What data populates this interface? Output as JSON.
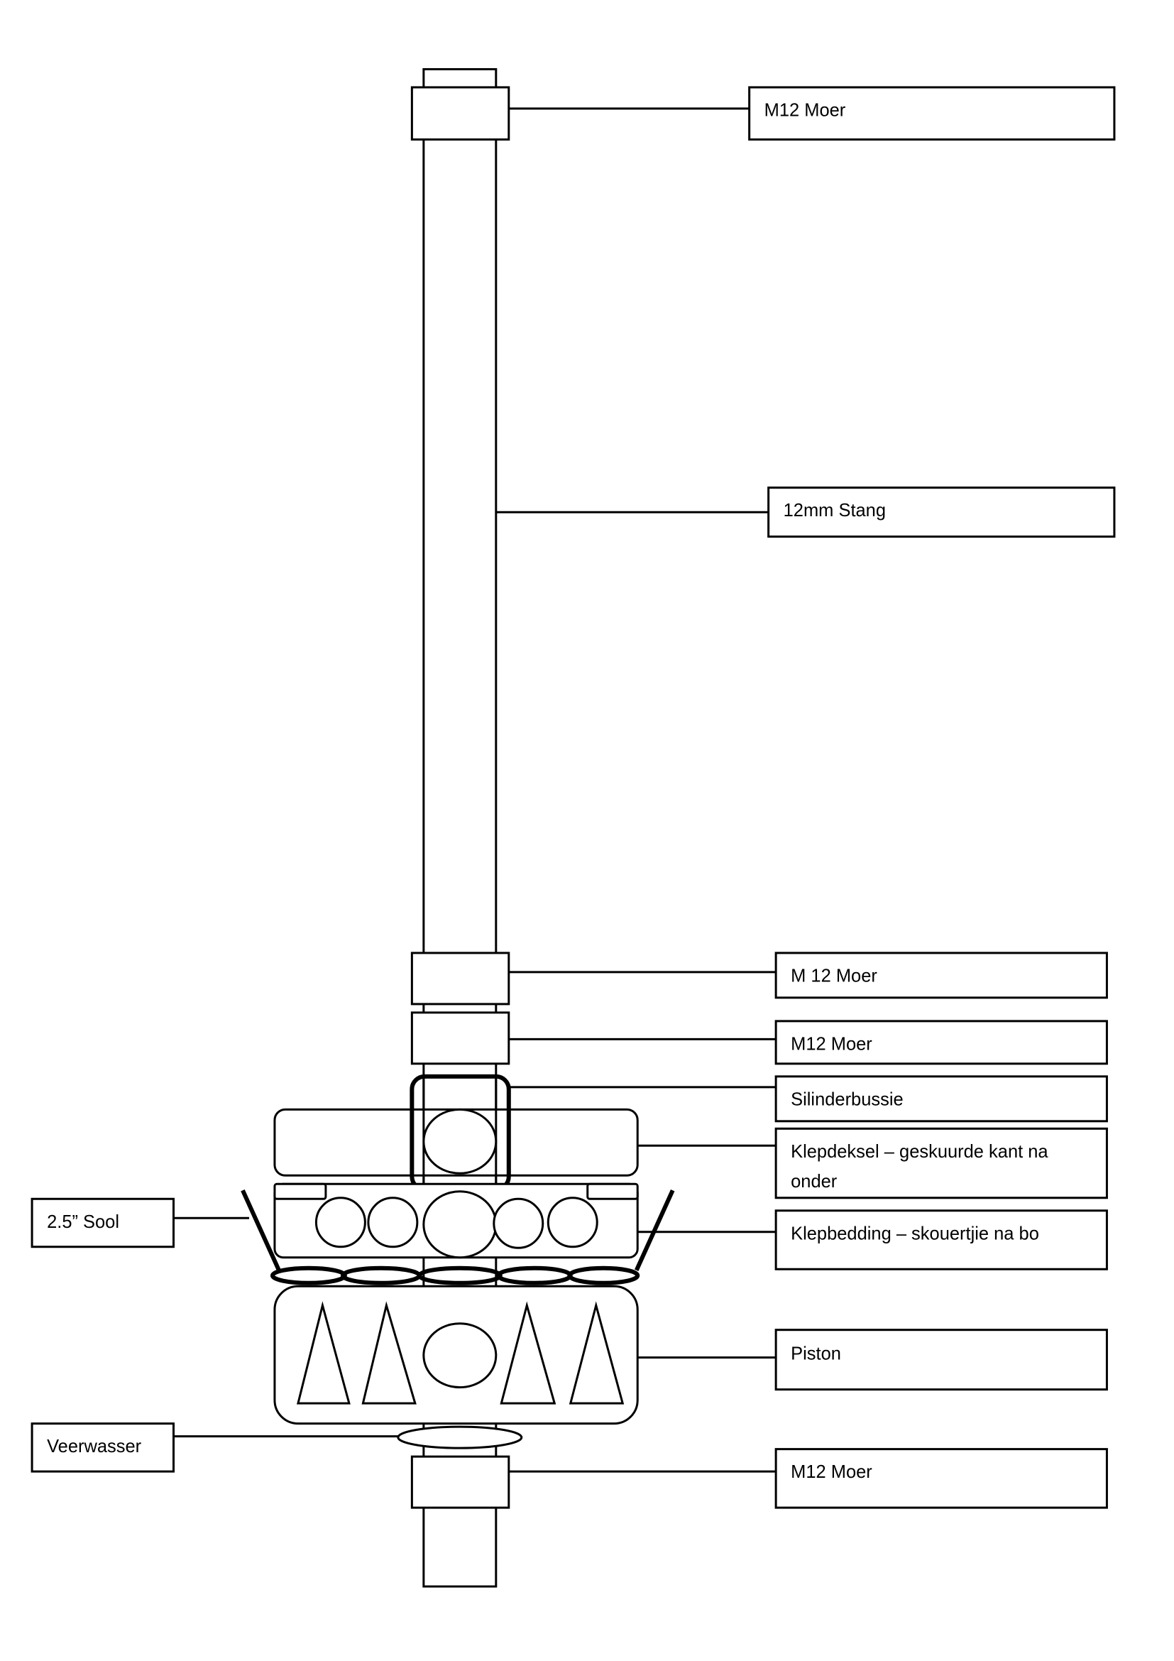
{
  "labels": {
    "top_nut": "M12 Moer",
    "rod": "12mm Stang",
    "nut_2": "M 12 Moer",
    "nut_3": "M12 Moer",
    "cylinder_bush": "Silinderbussie",
    "valve_cover_line1": "Klepdeksel – geskuurde kant na",
    "valve_cover_line2": "onder",
    "valve_seat": "Klepbedding – skouertjie na bo",
    "sole": "2.5” Sool",
    "piston": "Piston",
    "spring_washer": "Veerwasser",
    "bottom_nut": "M12 Moer"
  }
}
